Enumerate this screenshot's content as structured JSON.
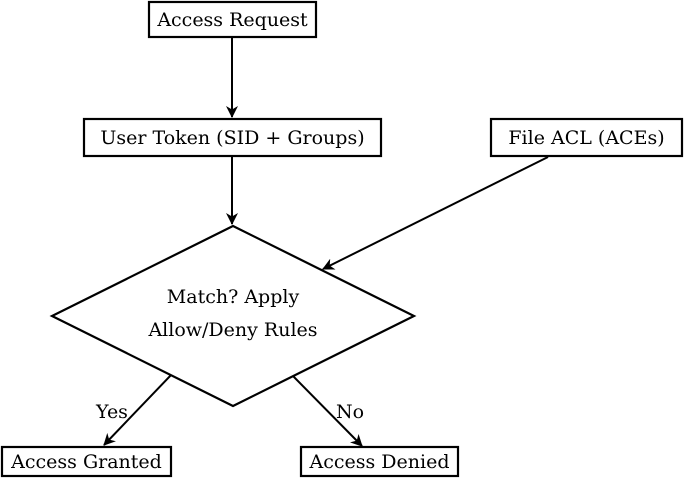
{
  "nodes": {
    "access_request": "Access Request",
    "user_token": "User Token (SID + Groups)",
    "file_acl": "File ACL (ACEs)",
    "decision_line1": "Match? Apply",
    "decision_line2": "Allow/Deny Rules",
    "access_granted": "Access Granted",
    "access_denied": "Access Denied"
  },
  "edges": {
    "yes_label": "Yes",
    "no_label": "No"
  }
}
